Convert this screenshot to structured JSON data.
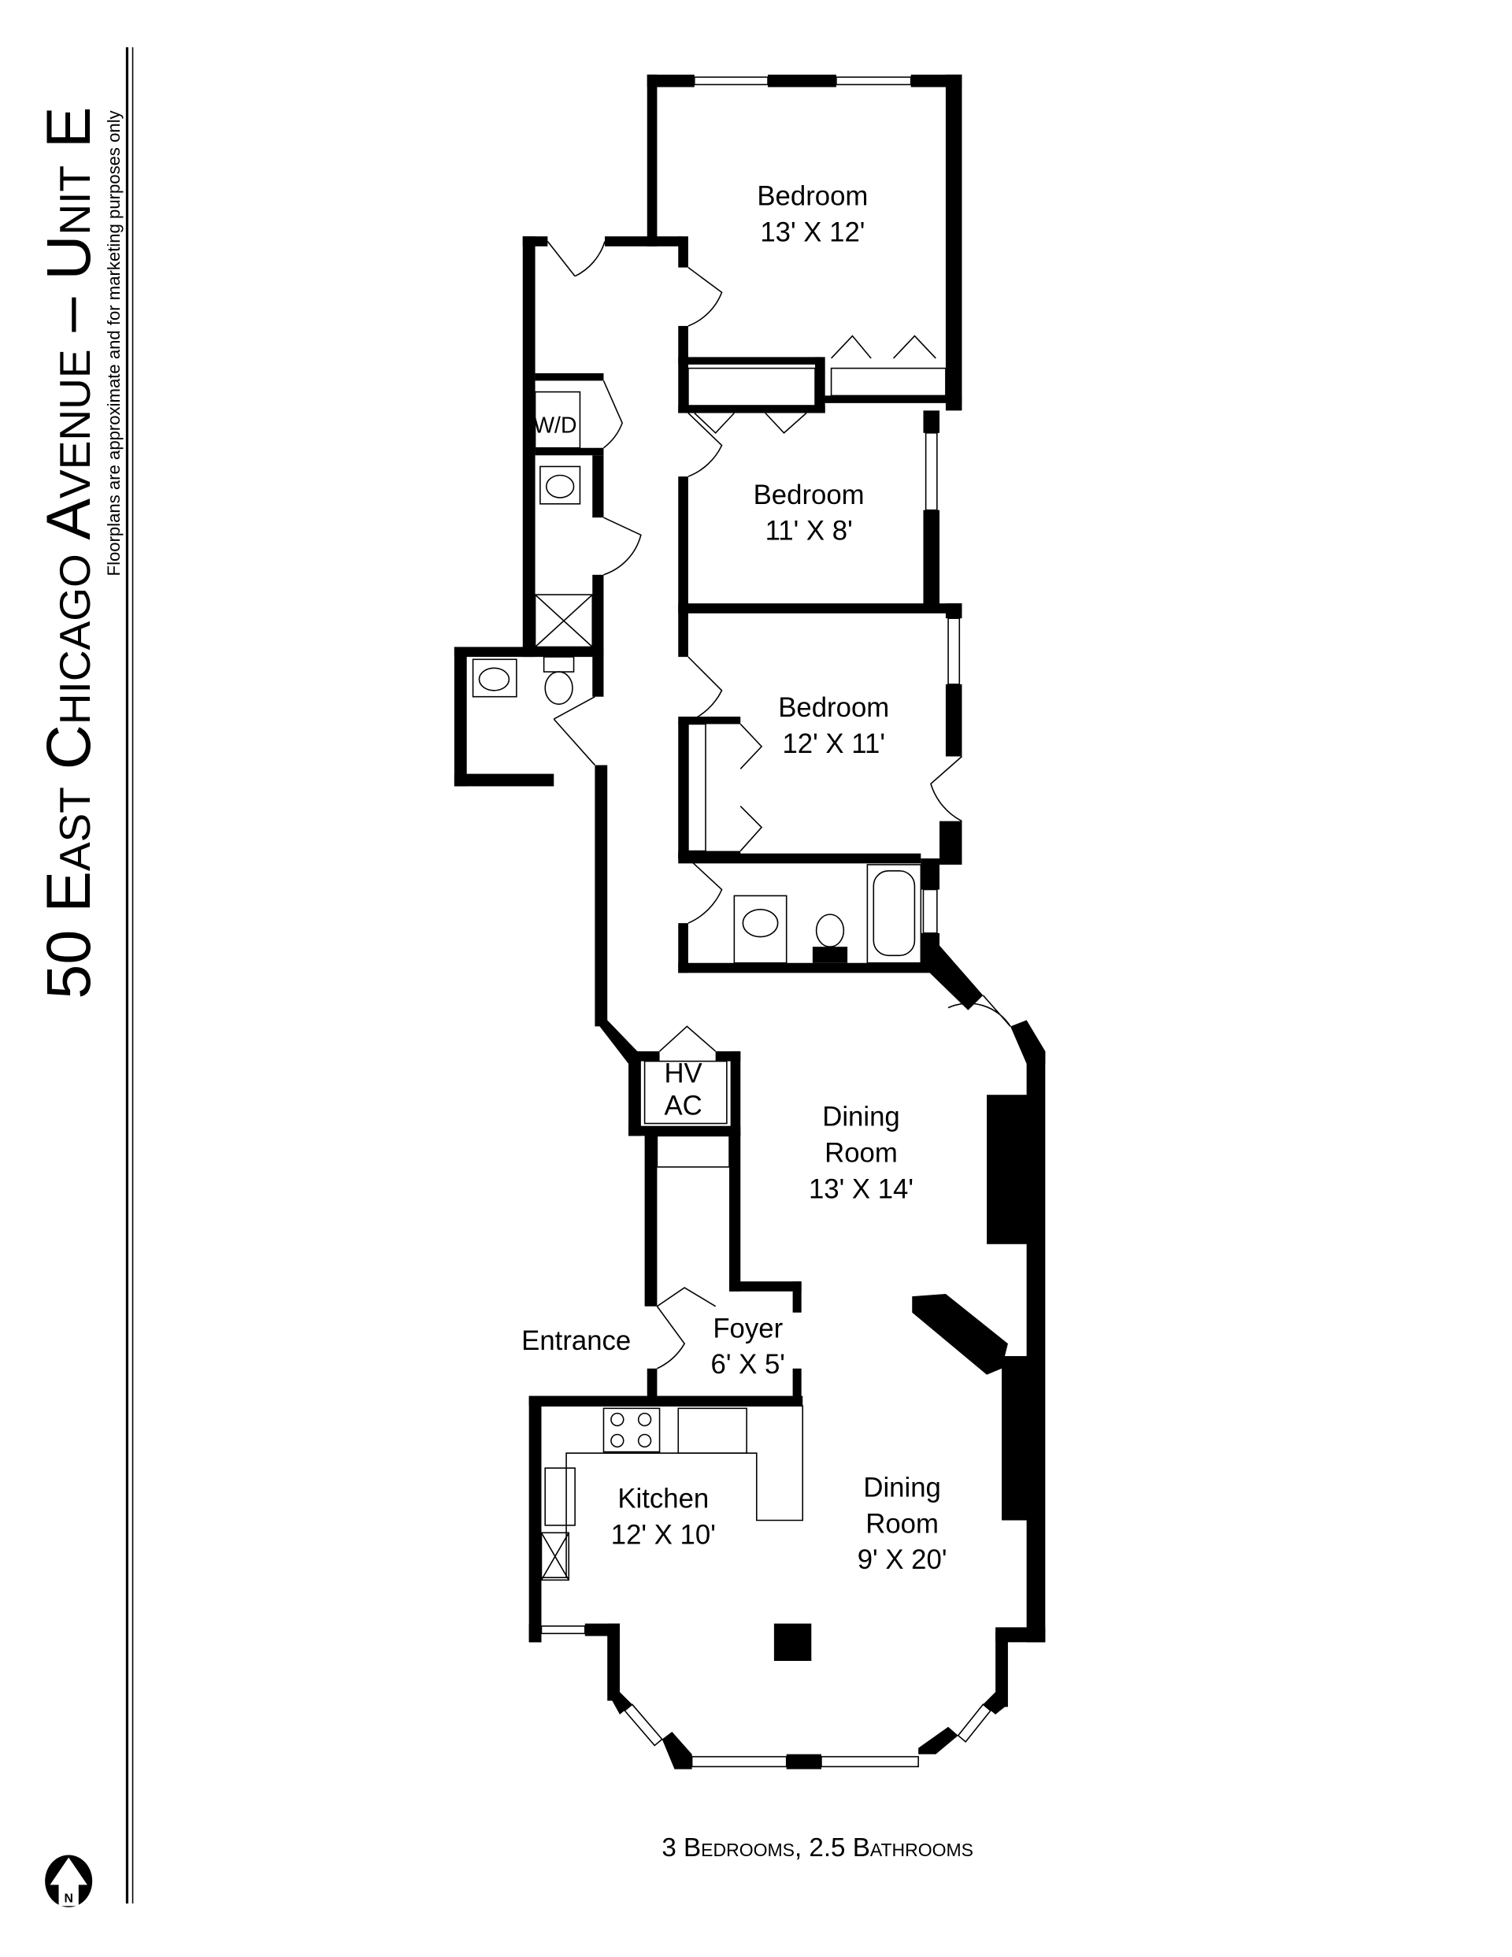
{
  "header": {
    "title": "50 East Chicago Avenue – Unit E",
    "disclaimer": "Floorplans are approximate and for marketing purposes only"
  },
  "summary": "3 Bedrooms, 2.5 Bathrooms",
  "compass": {
    "icon": "north-arrow-icon",
    "label": "N"
  },
  "rooms": [
    {
      "name": "Bedroom",
      "size": "13' X 12'"
    },
    {
      "name": "Bedroom",
      "size": "11' X 8'"
    },
    {
      "name": "Bedroom",
      "size": "12' X 11'"
    },
    {
      "name_line1": "Dining",
      "name_line2": "Room",
      "size": "13' X 14'"
    },
    {
      "name": "Foyer",
      "size": "6' X 5'"
    },
    {
      "name": "Kitchen",
      "size": "12' X 10'"
    },
    {
      "name_line1": "Dining",
      "name_line2": "Room",
      "size": "9' X 20'"
    }
  ],
  "fixtures": {
    "washer_dryer": "W/D",
    "hvac_line1": "HV",
    "hvac_line2": "AC"
  },
  "entrance_label": "Entrance"
}
